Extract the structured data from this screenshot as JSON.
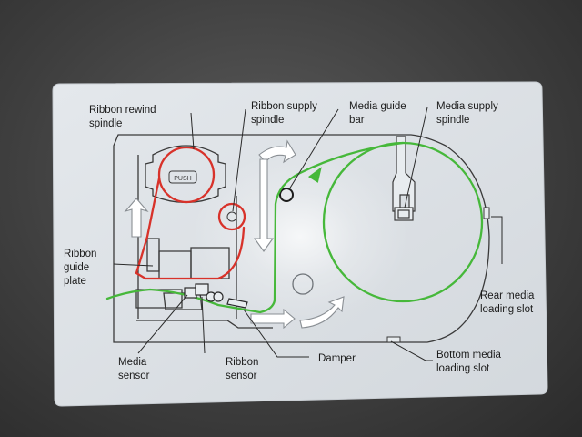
{
  "labels": {
    "ribbon_rewind_spindle": [
      "Ribbon rewind",
      "spindle"
    ],
    "ribbon_supply_spindle": [
      "Ribbon supply",
      "spindle"
    ],
    "media_guide_bar": [
      "Media guide",
      "bar"
    ],
    "media_supply_spindle": [
      "Media supply",
      "spindle"
    ],
    "ribbon_guide_plate": [
      "Ribbon",
      "guide",
      "plate"
    ],
    "rear_media_loading_slot": [
      "Rear  media",
      "loading slot"
    ],
    "bottom_media_loading_slot": [
      "Bottom media",
      "loading slot"
    ],
    "media_sensor": [
      "Media",
      "sensor"
    ],
    "ribbon_sensor": [
      "Ribbon",
      "sensor"
    ],
    "damper": [
      "Damper"
    ]
  },
  "rewind_badge": "PUSH",
  "colors": {
    "ribbon_path": "#d8322a",
    "media_path": "#46b83a",
    "card": "#dfe3e7",
    "outline": "#3a3a3a"
  }
}
